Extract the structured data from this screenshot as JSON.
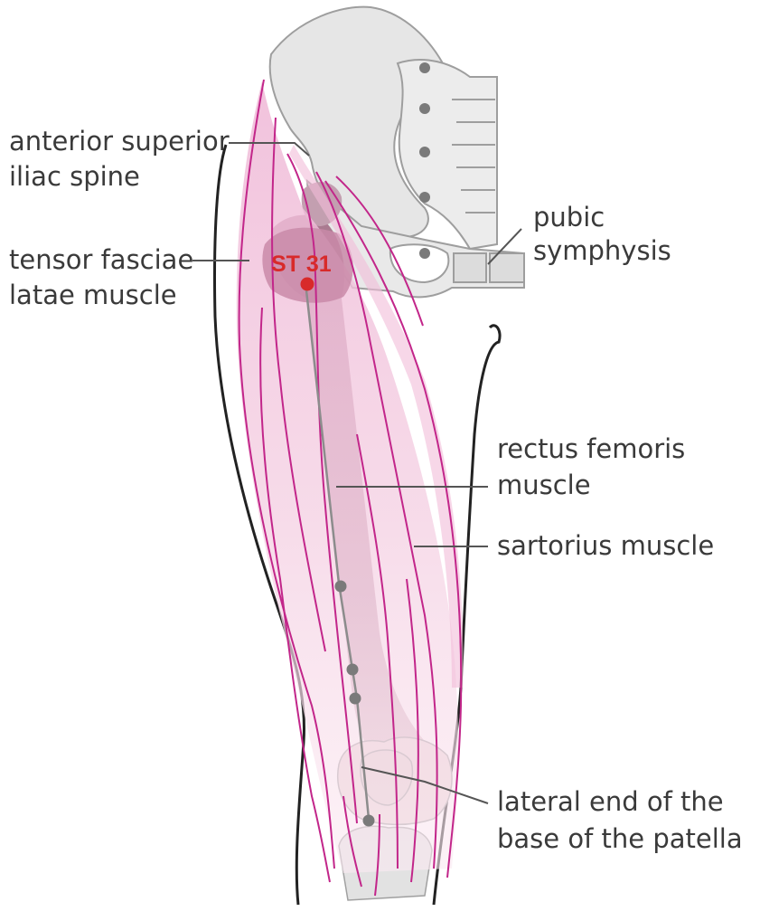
{
  "labels": {
    "asis_line1": "anterior superior",
    "asis_line2": "iliac spine",
    "tfl_line1": "tensor fasciae",
    "tfl_line2": "latae muscle",
    "pubic_line1": "pubic",
    "pubic_line2": "symphysis",
    "rectus_line1": "rectus femoris",
    "rectus_line2": "muscle",
    "sartorius": "sartorius muscle",
    "patella_line1": "lateral end of the",
    "patella_line2": "base of the patella"
  },
  "acupoint": {
    "name": "ST 31"
  },
  "colors": {
    "bone": "#e6e6e6",
    "bone_outline": "#9e9e9e",
    "muscle_fill": "#f2c9e0",
    "muscle_line": "#c2268a",
    "femur_shade": "#b58aa1",
    "point_red": "#d82a2a",
    "marker_gray": "#7a7a7a",
    "leader_line": "#555555"
  }
}
